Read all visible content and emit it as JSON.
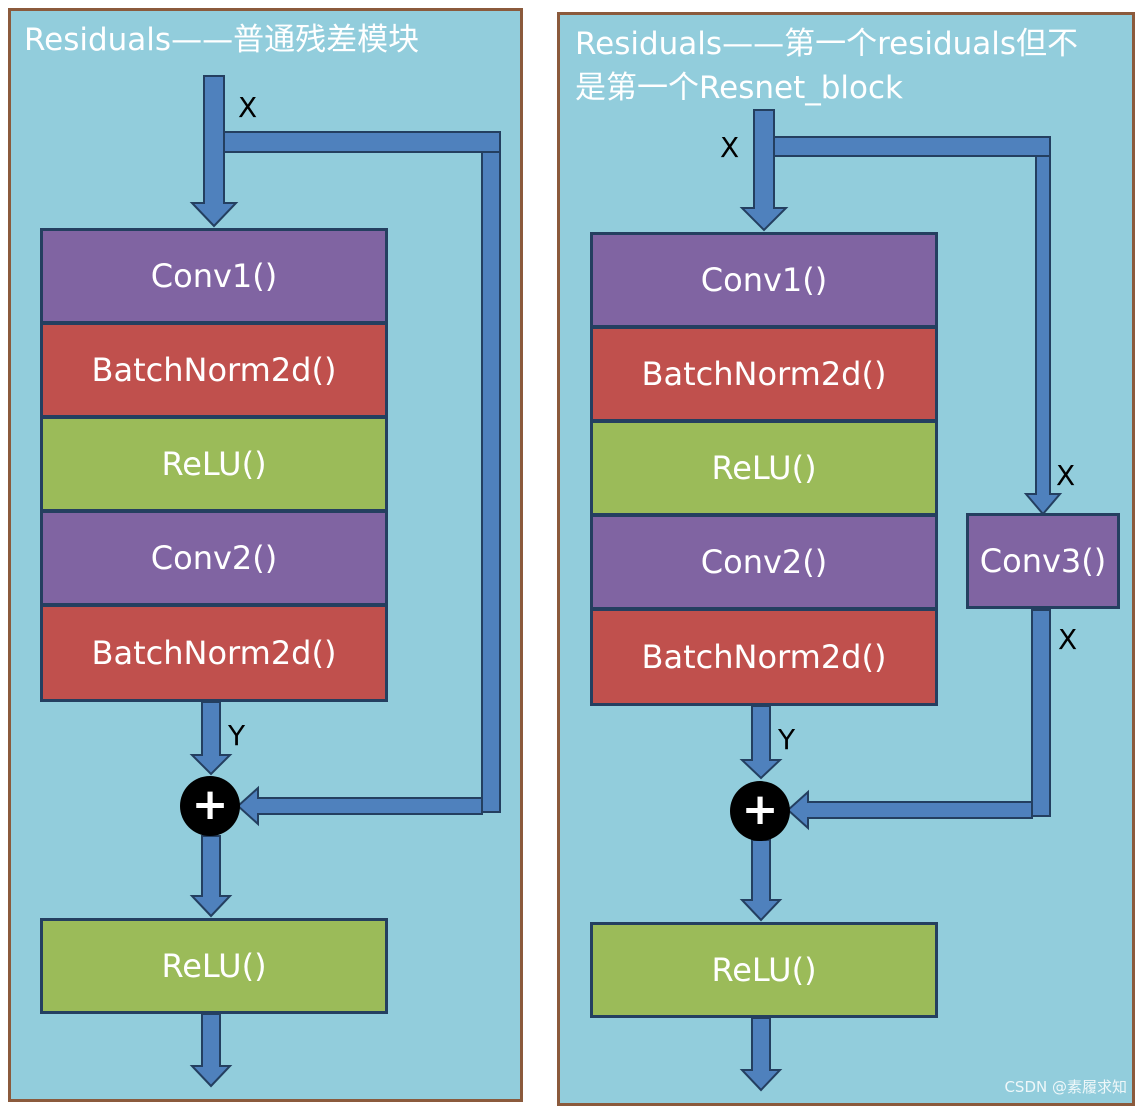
{
  "left": {
    "title": "Residuals——普通残差模块",
    "blocks": [
      "Conv1()",
      "BatchNorm2d()",
      "ReLU()",
      "Conv2()",
      "BatchNorm2d()"
    ],
    "output_block": "ReLU()",
    "labels": {
      "input": "X",
      "output": "Y"
    },
    "plus_symbol": "+"
  },
  "right": {
    "title": "Residuals——第一个residuals但不\n是第一个Resnet_block",
    "blocks": [
      "Conv1()",
      "BatchNorm2d()",
      "ReLU()",
      "Conv2()",
      "BatchNorm2d()"
    ],
    "output_block": "ReLU()",
    "shortcut_block": "Conv3()",
    "labels": {
      "input": "X",
      "output": "Y",
      "shortcut_in": "X",
      "shortcut_out": "X"
    },
    "plus_symbol": "+"
  },
  "watermark": "CSDN @素履求知",
  "colors": {
    "panel": "#92cddc",
    "conv": "#8064a2",
    "batchnorm": "#c0504d",
    "relu": "#9bbb59",
    "arrow": "#4f81bd"
  }
}
